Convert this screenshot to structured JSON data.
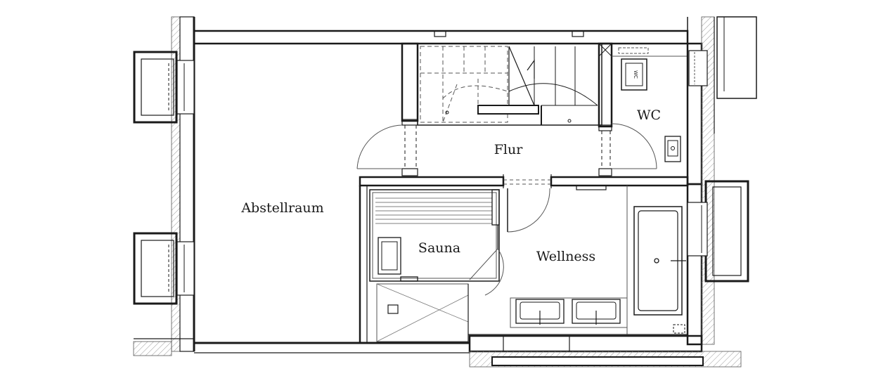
{
  "plan": {
    "rooms": [
      {
        "id": "abstellraum",
        "label": "Abstellraum"
      },
      {
        "id": "flur",
        "label": "Flur"
      },
      {
        "id": "wc",
        "label": "WC"
      },
      {
        "id": "sauna",
        "label": "Sauna"
      },
      {
        "id": "wellness",
        "label": "Wellness"
      }
    ],
    "fixtures": {
      "toilet_mark": "WC"
    },
    "colors": {
      "wall": "#1a1a1a",
      "hatch": "#8c8c8c",
      "background": "#ffffff"
    }
  }
}
